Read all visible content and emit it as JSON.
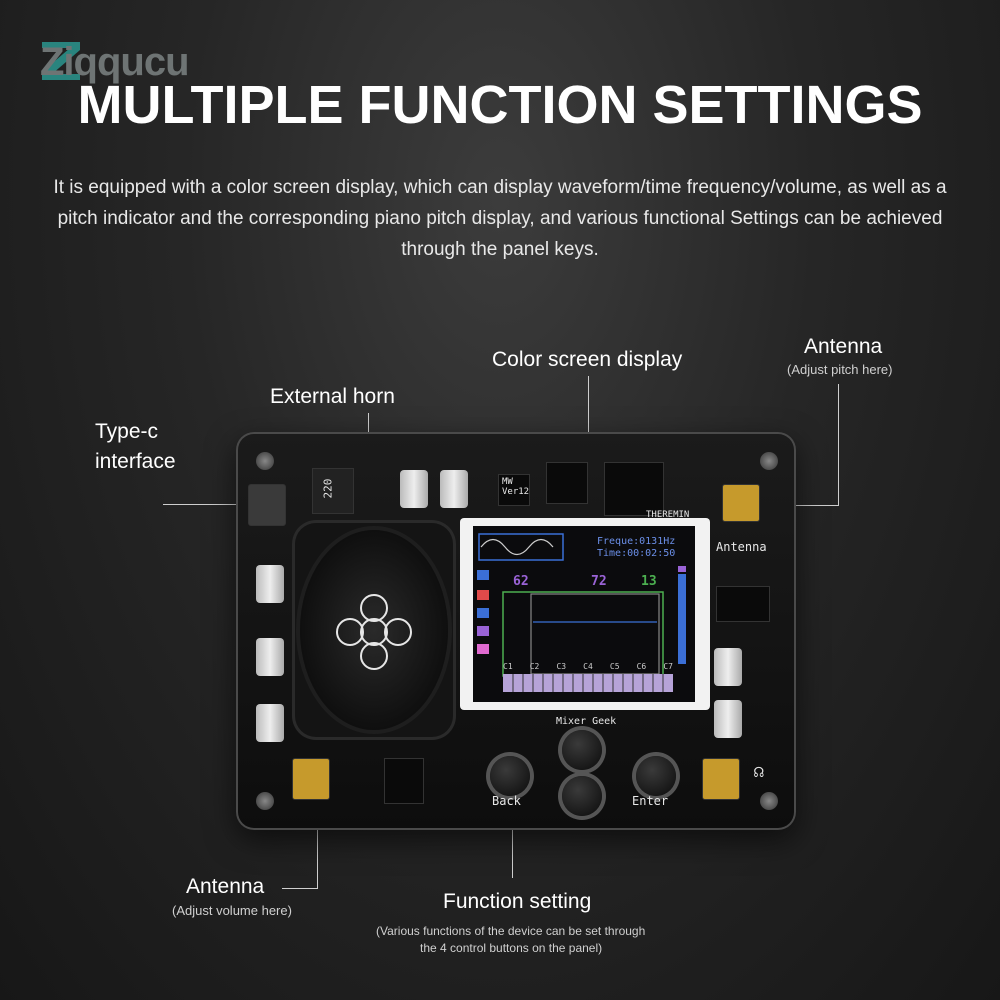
{
  "brand": {
    "logo_text": "Ziqqucu"
  },
  "header": {
    "title": "MULTIPLE FUNCTION SETTINGS",
    "description": "It is equipped with a color screen display, which can display waveform/time frequency/volume, as well as a pitch indicator and the corresponding piano pitch display, and various functional Settings can be achieved through the panel keys."
  },
  "callouts": {
    "type_c": {
      "label_line1": "Type-c",
      "label_line2": "interface"
    },
    "horn": {
      "label": "External horn"
    },
    "screen": {
      "label": "Color screen display"
    },
    "antenna_pitch": {
      "label": "Antenna",
      "sub": "(Adjust pitch here)"
    },
    "antenna_volume": {
      "label": "Antenna",
      "sub": "(Adjust volume here)"
    },
    "function": {
      "label": "Function setting",
      "sub_line1": "(Various functions of the device can be set through",
      "sub_line2": "the 4 control buttons on the panel)"
    }
  },
  "board": {
    "silk_back": "Back",
    "silk_enter": "Enter",
    "silk_mixer": "Mixer Geek",
    "silk_antenna": "Antenna",
    "silk_theremin": "THEREMIN",
    "silk_version": "MW\nVer12",
    "cap_label": "220",
    "screen": {
      "freq": "Freque:0131Hz",
      "time": "Time:00:02:50",
      "v1": "62",
      "v2": "72",
      "v3": "13",
      "notes": [
        "C1",
        "C2",
        "C3",
        "C4",
        "C5",
        "C6",
        "C7"
      ]
    }
  },
  "colors": {
    "accent_purple": "#9a63d6",
    "screen_green": "#4caf50",
    "screen_blue": "#3b6fd6"
  }
}
